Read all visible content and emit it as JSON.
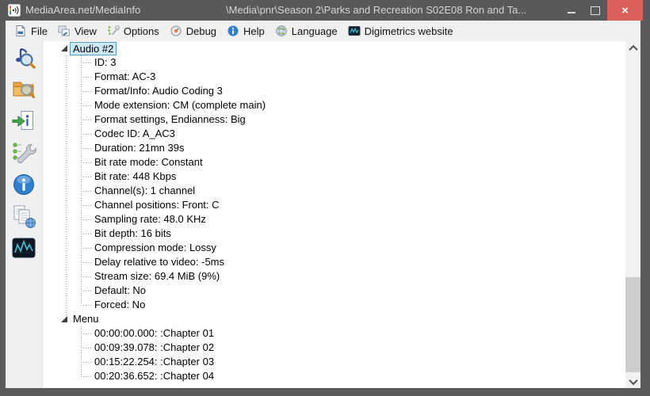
{
  "window": {
    "app_title": "MediaArea.net/MediaInfo",
    "document_title": "\\Media\\pnr\\Season 2\\Parks and Recreation S02E08 Ron and Ta...",
    "close_label": "×"
  },
  "colors": {
    "titlebar_bg": "#58595b",
    "close_button": "#d9615a",
    "menubar_bg": "#f0f0f0",
    "selection_fill": "#cde8f7",
    "selection_border": "#55a2d5",
    "scrollbar_thumb": "#cdcdcd"
  },
  "menubar": {
    "items": [
      {
        "label": "File",
        "icon": "file-menu-icon"
      },
      {
        "label": "View",
        "icon": "view-menu-icon"
      },
      {
        "label": "Options",
        "icon": "options-menu-icon"
      },
      {
        "label": "Debug",
        "icon": "debug-menu-icon"
      },
      {
        "label": "Help",
        "icon": "help-menu-icon"
      },
      {
        "label": "Language",
        "icon": "language-menu-icon"
      },
      {
        "label": "Digimetrics website",
        "icon": "digimetrics-menu-icon"
      }
    ]
  },
  "toolbar": {
    "buttons": [
      {
        "icon": "open-file-icon"
      },
      {
        "icon": "open-folder-icon"
      },
      {
        "icon": "export-info-icon"
      },
      {
        "icon": "preferences-icon"
      },
      {
        "icon": "about-icon"
      },
      {
        "icon": "compare-files-icon"
      },
      {
        "icon": "digimetrics-icon"
      }
    ]
  },
  "tree": {
    "rows": [
      {
        "label": "Audio #2",
        "depth": 0,
        "expanded": true,
        "selected": true
      },
      {
        "label": "ID: 3",
        "depth": 1
      },
      {
        "label": "Format: AC-3",
        "depth": 1
      },
      {
        "label": "Format/Info: Audio Coding 3",
        "depth": 1
      },
      {
        "label": "Mode extension: CM (complete main)",
        "depth": 1
      },
      {
        "label": "Format settings, Endianness: Big",
        "depth": 1
      },
      {
        "label": "Codec ID: A_AC3",
        "depth": 1
      },
      {
        "label": "Duration: 21mn 39s",
        "depth": 1
      },
      {
        "label": "Bit rate mode: Constant",
        "depth": 1
      },
      {
        "label": "Bit rate: 448 Kbps",
        "depth": 1
      },
      {
        "label": "Channel(s): 1 channel",
        "depth": 1
      },
      {
        "label": "Channel positions: Front: C",
        "depth": 1
      },
      {
        "label": "Sampling rate: 48.0 KHz",
        "depth": 1
      },
      {
        "label": "Bit depth: 16 bits",
        "depth": 1
      },
      {
        "label": "Compression mode: Lossy",
        "depth": 1
      },
      {
        "label": "Delay relative to video: -5ms",
        "depth": 1
      },
      {
        "label": "Stream size: 69.4 MiB (9%)",
        "depth": 1
      },
      {
        "label": "Default: No",
        "depth": 1
      },
      {
        "label": "Forced: No",
        "depth": 1
      },
      {
        "label": "Menu",
        "depth": 0,
        "expanded": true
      },
      {
        "label": "00:00:00.000: :Chapter 01",
        "depth": 1
      },
      {
        "label": "00:09:39.078: :Chapter 02",
        "depth": 1
      },
      {
        "label": "00:15:22.254: :Chapter 03",
        "depth": 1
      },
      {
        "label": "00:20:36.652: :Chapter 04",
        "depth": 1
      }
    ]
  }
}
